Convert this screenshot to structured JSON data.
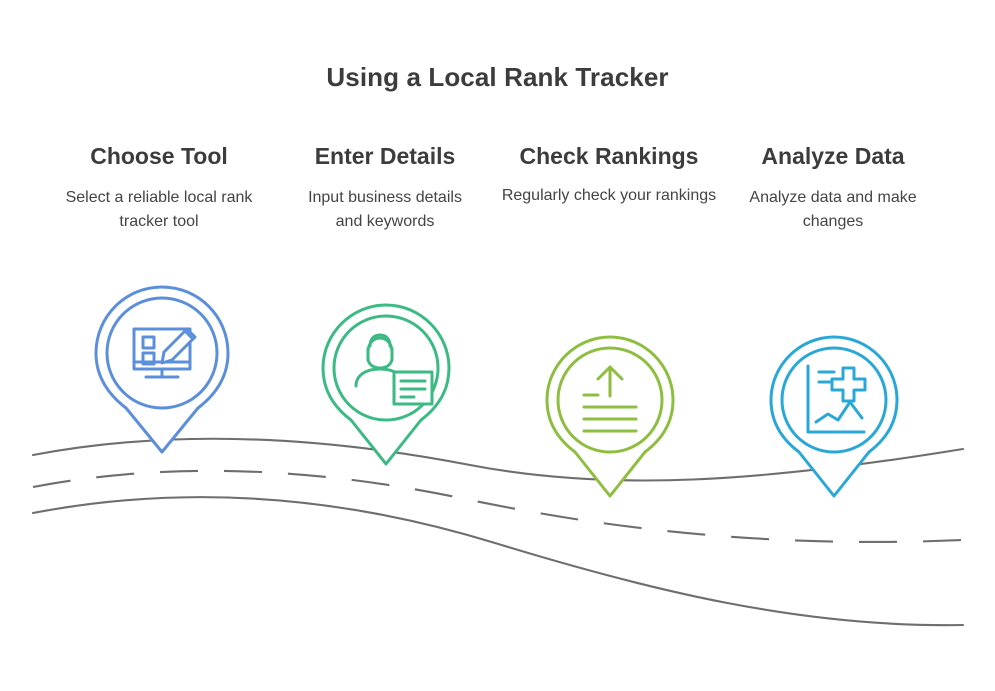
{
  "title": "Using a Local Rank Tracker",
  "colors": {
    "title_text": "#3c3c3c",
    "body_text": "#444444",
    "road": "#6e6e6e",
    "background": "#ffffff",
    "step_1": "#5b8fdb",
    "step_2": "#3cba84",
    "step_3": "#8ebe3f",
    "step_4": "#29a8d8"
  },
  "steps": [
    {
      "heading": "Choose Tool",
      "description": "Select a reliable local rank tracker tool",
      "color": "#5b8fdb",
      "icon": "monitor-pencil-icon"
    },
    {
      "heading": "Enter Details",
      "description": "Input business details and keywords",
      "color": "#3cba84",
      "icon": "person-document-icon"
    },
    {
      "heading": "Check Rankings",
      "description": "Regularly check your rankings",
      "color": "#8ebe3f",
      "icon": "upward-arrow-lines-icon"
    },
    {
      "heading": "Analyze Data",
      "description": "Analyze data and make changes",
      "color": "#29a8d8",
      "icon": "line-chart-plus-icon"
    }
  ],
  "road": {
    "label": "winding-road",
    "lanes": [
      "top-edge",
      "dashed-center-line",
      "bottom-edge"
    ]
  }
}
